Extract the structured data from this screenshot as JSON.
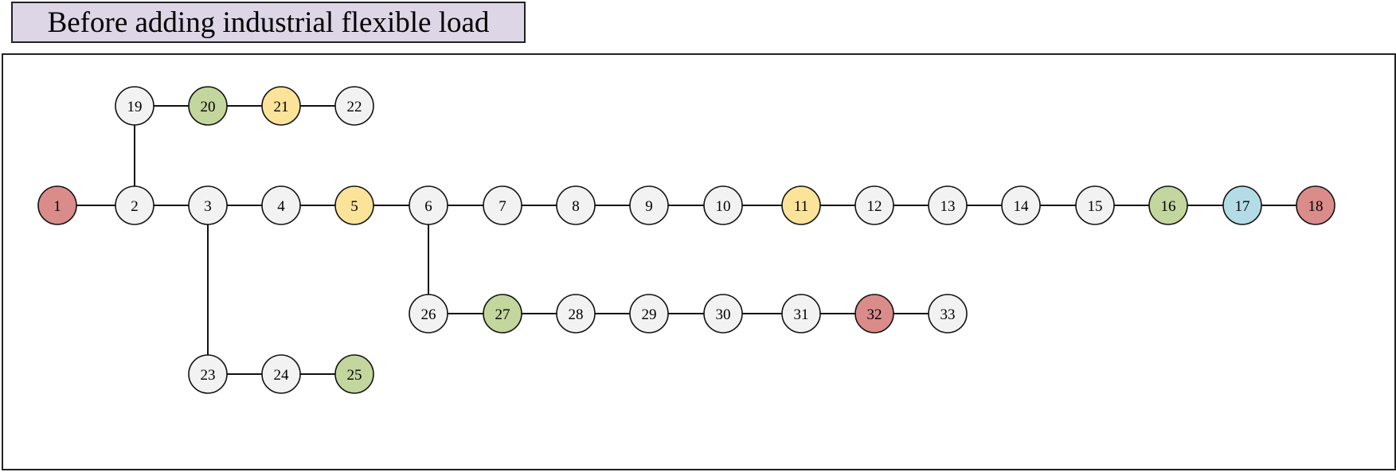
{
  "title": "Before adding industrial flexible load",
  "colors": {
    "red": "#d98c8a",
    "yellow": "#fbe39a",
    "green": "#c3d69d",
    "blue": "#b3dce6",
    "default": "#f2f2f2"
  },
  "nodes": [
    {
      "id": "1",
      "color": "red"
    },
    {
      "id": "2",
      "color": "default"
    },
    {
      "id": "3",
      "color": "default"
    },
    {
      "id": "4",
      "color": "default"
    },
    {
      "id": "5",
      "color": "yellow"
    },
    {
      "id": "6",
      "color": "default"
    },
    {
      "id": "7",
      "color": "default"
    },
    {
      "id": "8",
      "color": "default"
    },
    {
      "id": "9",
      "color": "default"
    },
    {
      "id": "10",
      "color": "default"
    },
    {
      "id": "11",
      "color": "yellow"
    },
    {
      "id": "12",
      "color": "default"
    },
    {
      "id": "13",
      "color": "default"
    },
    {
      "id": "14",
      "color": "default"
    },
    {
      "id": "15",
      "color": "default"
    },
    {
      "id": "16",
      "color": "green"
    },
    {
      "id": "17",
      "color": "blue"
    },
    {
      "id": "18",
      "color": "red"
    },
    {
      "id": "19",
      "color": "default"
    },
    {
      "id": "20",
      "color": "green"
    },
    {
      "id": "21",
      "color": "yellow"
    },
    {
      "id": "22",
      "color": "default"
    },
    {
      "id": "23",
      "color": "default"
    },
    {
      "id": "24",
      "color": "default"
    },
    {
      "id": "25",
      "color": "green"
    },
    {
      "id": "26",
      "color": "default"
    },
    {
      "id": "27",
      "color": "green"
    },
    {
      "id": "28",
      "color": "default"
    },
    {
      "id": "29",
      "color": "default"
    },
    {
      "id": "30",
      "color": "default"
    },
    {
      "id": "31",
      "color": "default"
    },
    {
      "id": "32",
      "color": "red"
    },
    {
      "id": "33",
      "color": "default"
    }
  ],
  "edges": [
    [
      "1",
      "2"
    ],
    [
      "2",
      "3"
    ],
    [
      "3",
      "4"
    ],
    [
      "4",
      "5"
    ],
    [
      "5",
      "6"
    ],
    [
      "6",
      "7"
    ],
    [
      "7",
      "8"
    ],
    [
      "8",
      "9"
    ],
    [
      "9",
      "10"
    ],
    [
      "10",
      "11"
    ],
    [
      "11",
      "12"
    ],
    [
      "12",
      "13"
    ],
    [
      "13",
      "14"
    ],
    [
      "14",
      "15"
    ],
    [
      "15",
      "16"
    ],
    [
      "16",
      "17"
    ],
    [
      "17",
      "18"
    ],
    [
      "2",
      "19"
    ],
    [
      "19",
      "20"
    ],
    [
      "20",
      "21"
    ],
    [
      "21",
      "22"
    ],
    [
      "3",
      "23"
    ],
    [
      "23",
      "24"
    ],
    [
      "24",
      "25"
    ],
    [
      "6",
      "26"
    ],
    [
      "26",
      "27"
    ],
    [
      "27",
      "28"
    ],
    [
      "28",
      "29"
    ],
    [
      "29",
      "30"
    ],
    [
      "30",
      "31"
    ],
    [
      "31",
      "32"
    ],
    [
      "32",
      "33"
    ]
  ]
}
